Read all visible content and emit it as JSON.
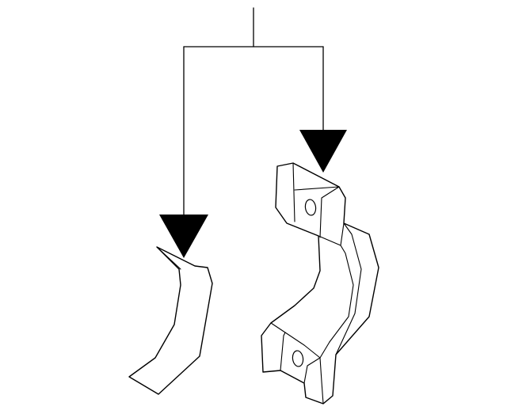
{
  "diagram": {
    "type": "parts-callout",
    "background_color": "#ffffff",
    "line_color": "#000000",
    "callout": {
      "branches": 2,
      "label": ""
    },
    "parts": [
      {
        "name": "left-curved-bracket",
        "holes": 0
      },
      {
        "name": "right-mounting-bracket",
        "holes": 2
      }
    ]
  }
}
